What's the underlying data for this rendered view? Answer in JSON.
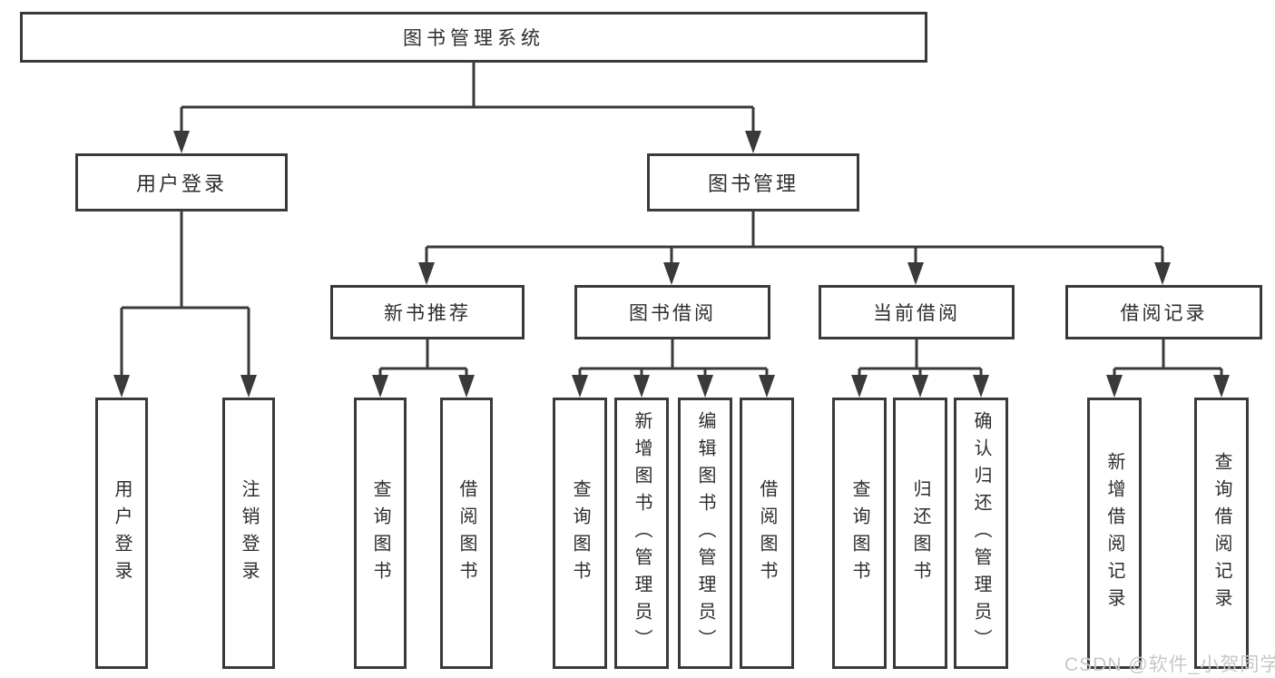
{
  "diagram": {
    "root": "图书管理系统",
    "branches": [
      {
        "label": "用户登录",
        "children": [
          "用户登录",
          "注销登录"
        ]
      },
      {
        "label": "图书管理",
        "children": [
          {
            "label": "新书推荐",
            "children": [
              "查询图书",
              "借阅图书"
            ]
          },
          {
            "label": "图书借阅",
            "children": [
              "查询图书",
              "新增图书（管理员）",
              "编辑图书（管理员）",
              "借阅图书"
            ]
          },
          {
            "label": "当前借阅",
            "children": [
              "查询图书",
              "归还图书",
              "确认归还（管理员）"
            ]
          },
          {
            "label": "借阅记录",
            "children": [
              "新增借阅记录",
              "查询借阅记录"
            ]
          }
        ]
      }
    ]
  },
  "watermark": "CSDN @软件_小贺同学",
  "colors": {
    "line": "#3a3a3a",
    "text": "#2d2d2d",
    "watermark": "#c8c8c8",
    "background": "#ffffff"
  }
}
